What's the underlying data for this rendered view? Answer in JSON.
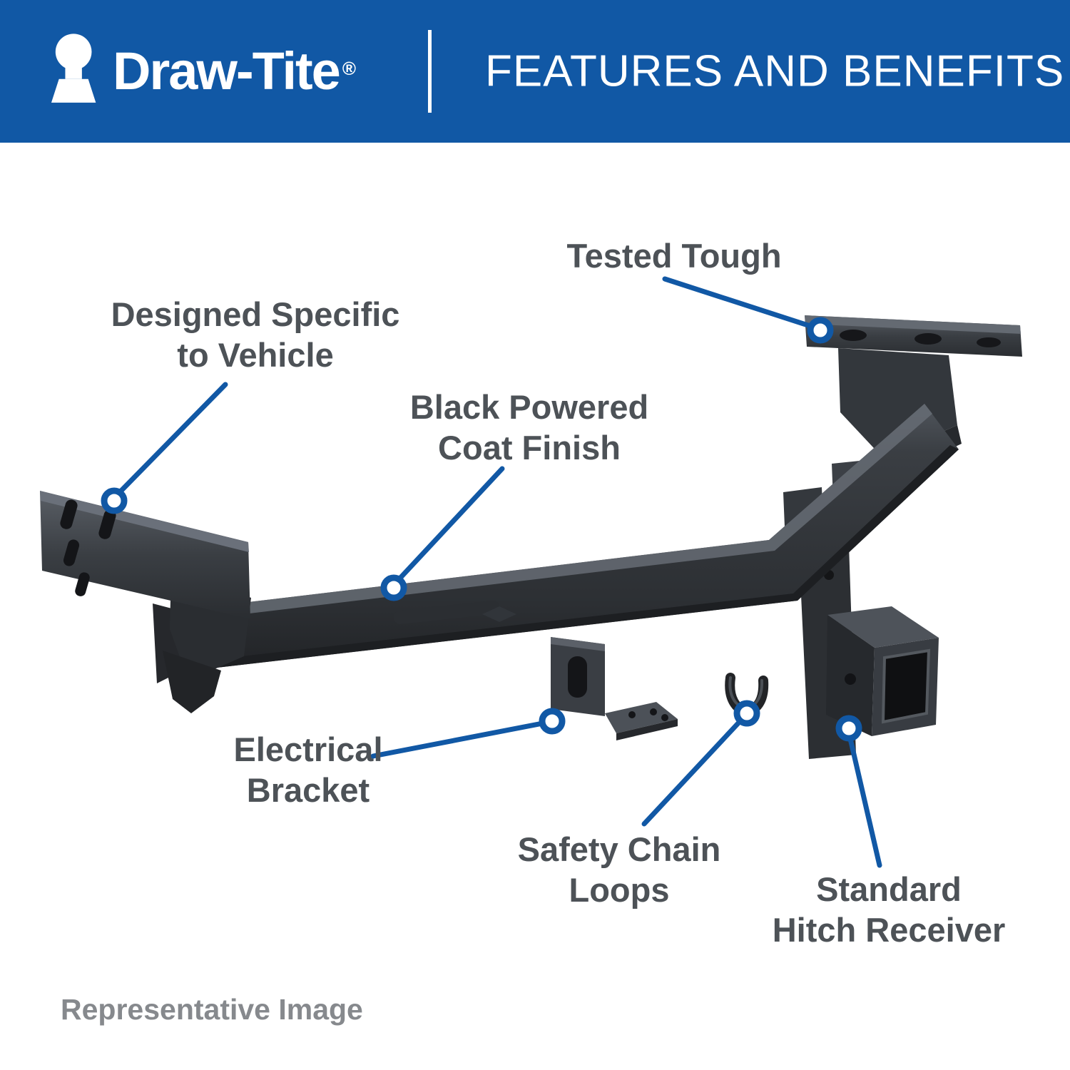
{
  "header": {
    "brand": "Draw-Tite",
    "brand_registered": "®",
    "title": "FEATURES AND BENEFITS"
  },
  "callouts": {
    "tested_tough": {
      "lines": [
        "Tested Tough"
      ]
    },
    "designed_specific": {
      "lines": [
        "Designed Specific",
        "to Vehicle"
      ]
    },
    "black_powder": {
      "lines": [
        "Black Powered",
        "Coat Finish"
      ]
    },
    "electrical_bracket": {
      "lines": [
        "Electrical",
        "Bracket"
      ]
    },
    "safety_chain": {
      "lines": [
        "Safety Chain",
        "Loops"
      ]
    },
    "standard_hitch": {
      "lines": [
        "Standard",
        "Hitch Receiver"
      ]
    }
  },
  "footer": {
    "note": "Representative Image"
  },
  "icons": {
    "brand_mark": "hitch-ball-icon"
  },
  "colors": {
    "header_bg": "#1158a5",
    "callout_blue": "#1158a5",
    "label_text": "#4d5257",
    "footer_text": "#86898d"
  }
}
